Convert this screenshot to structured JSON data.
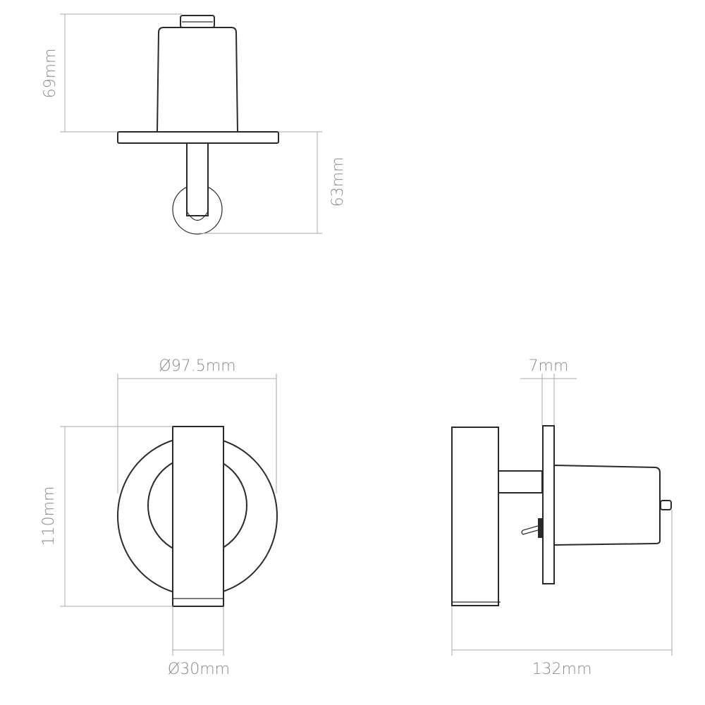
{
  "title": "Wall light dimension drawing",
  "dimensions": {
    "top_view_height": "69mm",
    "top_view_projection": "63mm",
    "front_diameter": "Ø97.5mm",
    "front_height": "110mm",
    "head_diameter": "Ø30mm",
    "backplate_thickness": "7mm",
    "side_depth": "132mm"
  },
  "colors": {
    "line": "#2a2a2a",
    "dimension": "#a8a8a8",
    "text": "#8a8a8a"
  }
}
